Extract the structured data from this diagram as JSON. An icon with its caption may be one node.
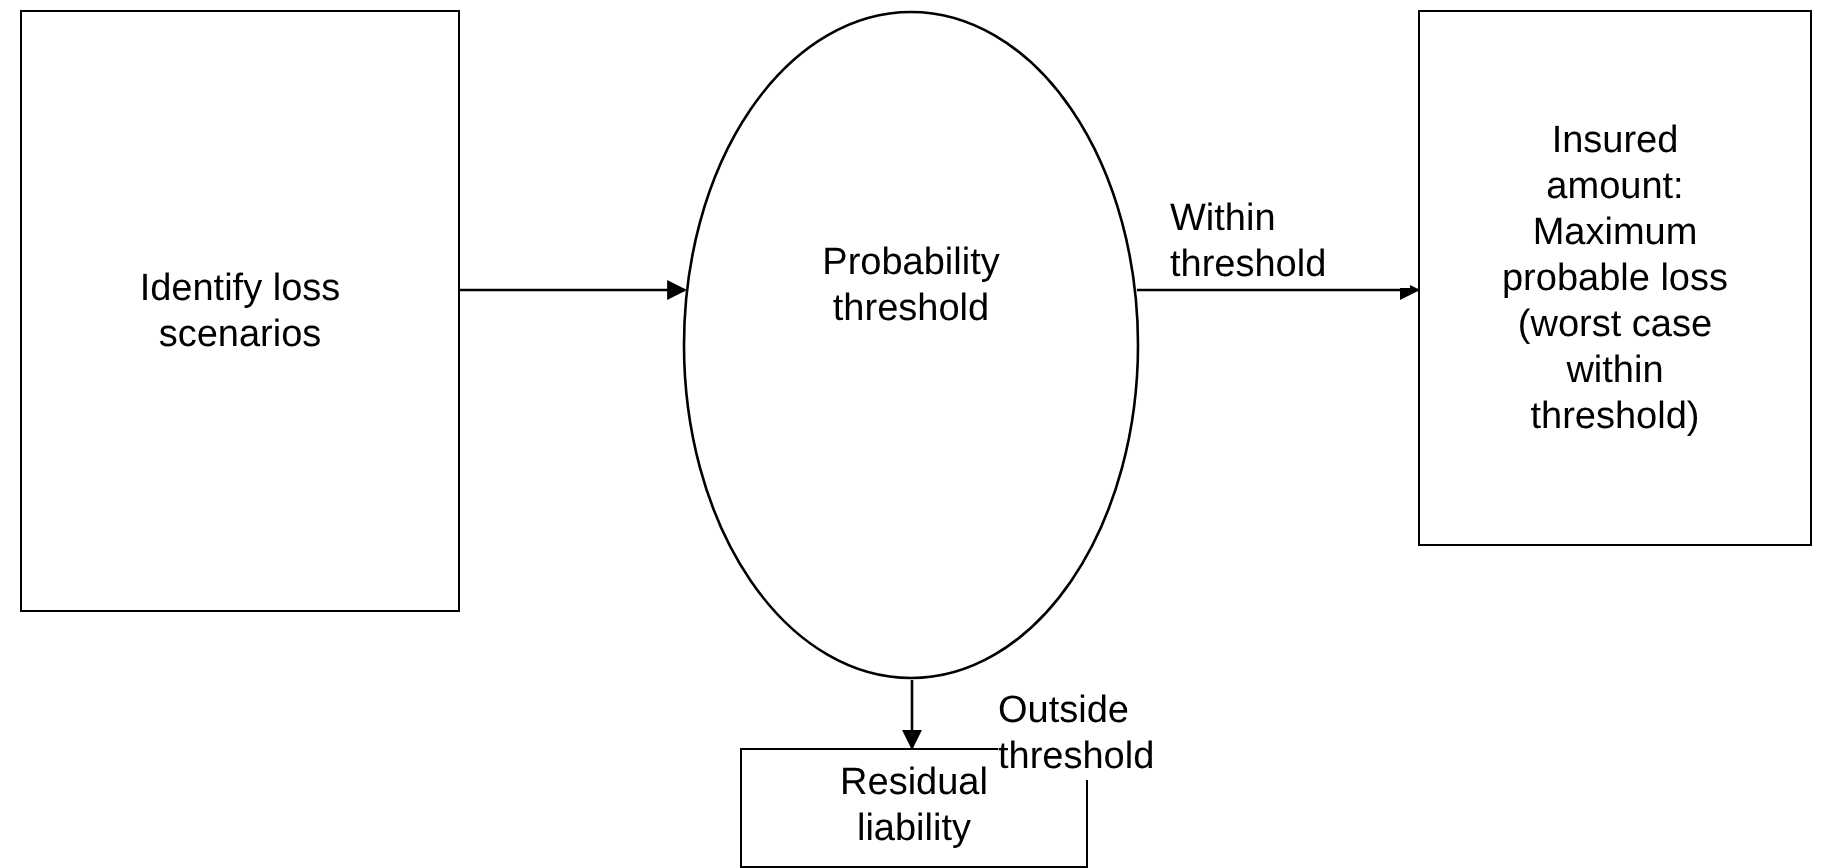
{
  "diagram": {
    "nodes": [
      {
        "text": [
          "Identify loss scenarios"
        ]
      },
      {
        "text": [
          "Probability threshold"
        ]
      },
      {
        "text": [
          "Insured amount: Maximum probable loss (worst case within threshold)"
        ]
      },
      {
        "text": [
          "Residual liability"
        ]
      }
    ],
    "edges": [
      {
        "from": 0,
        "to": 1,
        "arrow": "to"
      },
      {
        "from": 1,
        "to": 2,
        "arrow": "to",
        "label": "Within threshold"
      },
      {
        "from": 1,
        "to": 3,
        "arrow": "to",
        "label": "Outside threshold"
      }
    ]
  }
}
